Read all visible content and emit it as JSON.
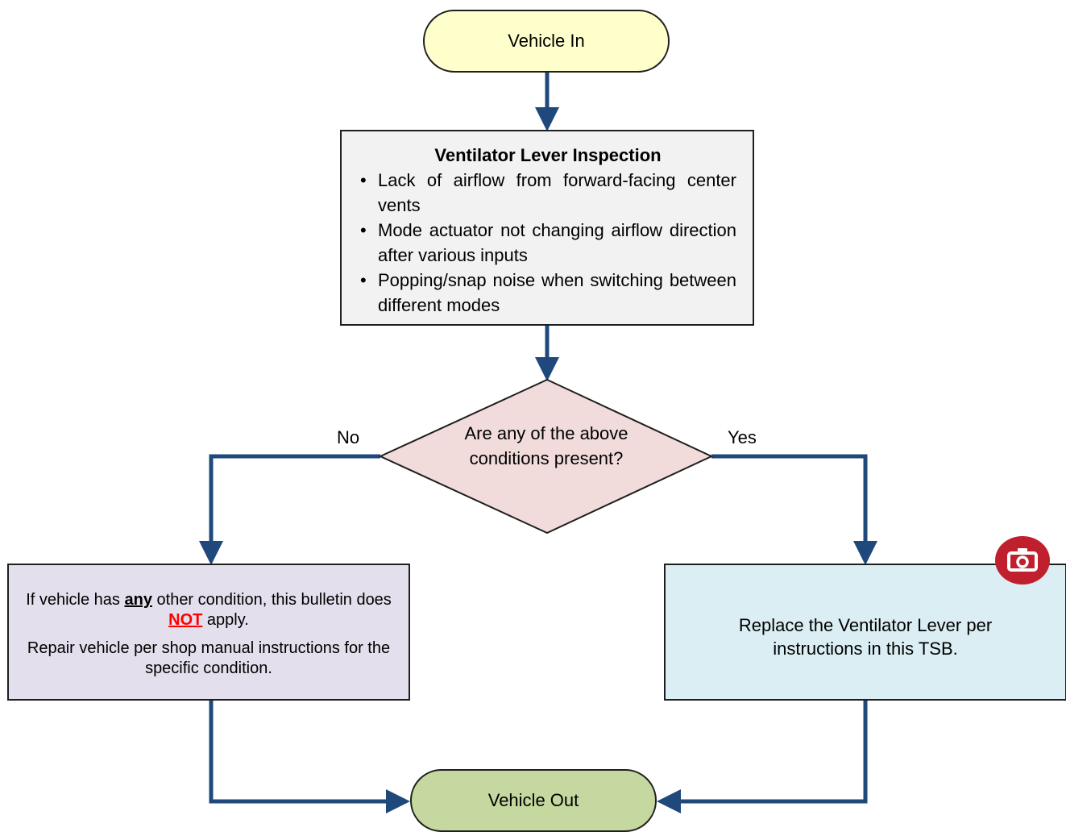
{
  "colors": {
    "connector": "#1f497d",
    "start_fill": "#ffffcc",
    "end_fill": "#c4d89f",
    "inspection_fill": "#f2f2f2",
    "decision_fill": "#f2dcdb",
    "no_fill": "#e4dfec",
    "yes_fill": "#daeef3",
    "camera_badge": "#c0202e",
    "not_text": "#ff0000"
  },
  "start": {
    "label": "Vehicle In"
  },
  "inspection": {
    "title": "Ventilator Lever Inspection",
    "bullets": [
      "Lack of airflow from forward-facing center vents",
      "Mode actuator not changing airflow direction after various inputs",
      "Popping/snap noise when switching between different modes"
    ]
  },
  "decision": {
    "question": "Are any of the above conditions present?",
    "no_label": "No",
    "yes_label": "Yes"
  },
  "no_branch": {
    "line1_pre": "If vehicle has ",
    "line1_emph": "any",
    "line1_post": " other condition, this bulletin does ",
    "line1_not": "NOT",
    "line1_end": " apply.",
    "line2": "Repair vehicle per shop manual instructions for the specific condition."
  },
  "yes_branch": {
    "text": "Replace the Ventilator Lever per instructions in this TSB.",
    "icon": "camera-icon"
  },
  "end": {
    "label": "Vehicle Out"
  }
}
